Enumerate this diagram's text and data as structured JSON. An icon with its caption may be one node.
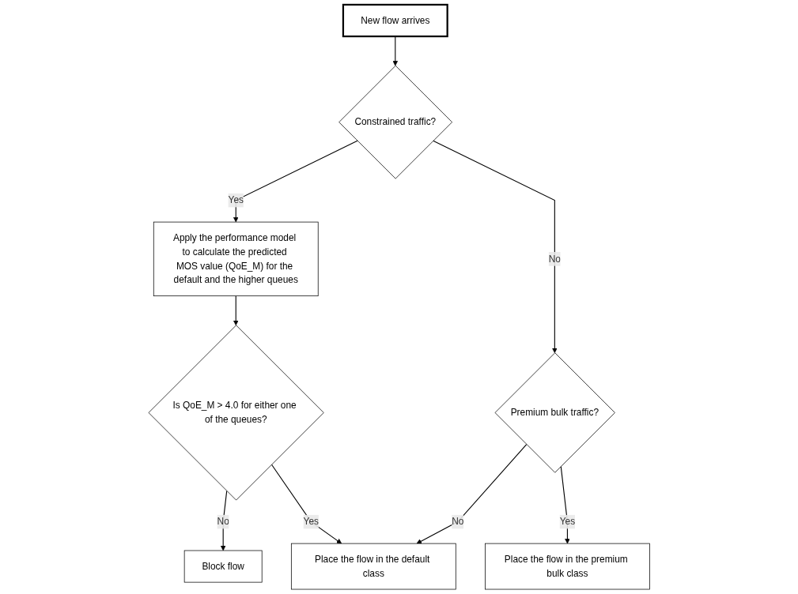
{
  "diagram": {
    "nodes": [
      {
        "text": [
          "New flow arrives"
        ]
      },
      {
        "text": [
          "Constrained traffic?"
        ]
      },
      {
        "text": [
          "Apply the performance model to calculate the predicted MOS value (QoE_M) for the default and the higher queues"
        ]
      },
      {
        "text": [
          "Premium bulk traffic?"
        ]
      },
      {
        "text": [
          "Is QoE_M > 4.0 for either one of the queues?"
        ]
      },
      {
        "text": [
          "Block flow"
        ]
      },
      {
        "text": [
          "Place the flow in the default class"
        ]
      },
      {
        "text": [
          "Place the flow in the premium bulk class"
        ]
      }
    ],
    "edges": [
      {
        "from": 0,
        "to": 1,
        "arrow": "to"
      },
      {
        "from": 1,
        "to": 2,
        "arrow": "to",
        "label": "Yes"
      },
      {
        "from": 1,
        "to": 3,
        "arrow": "to",
        "label": "No"
      },
      {
        "from": 3,
        "to": 6,
        "arrow": "to",
        "label": "No"
      },
      {
        "from": 3,
        "to": 7,
        "arrow": "to",
        "label": "Yes"
      },
      {
        "from": 2,
        "to": 4,
        "arrow": "to"
      },
      {
        "from": 4,
        "to": 5,
        "arrow": "to",
        "label": "No"
      },
      {
        "from": 4,
        "to": 6,
        "arrow": "to",
        "label": "Yes"
      }
    ]
  }
}
